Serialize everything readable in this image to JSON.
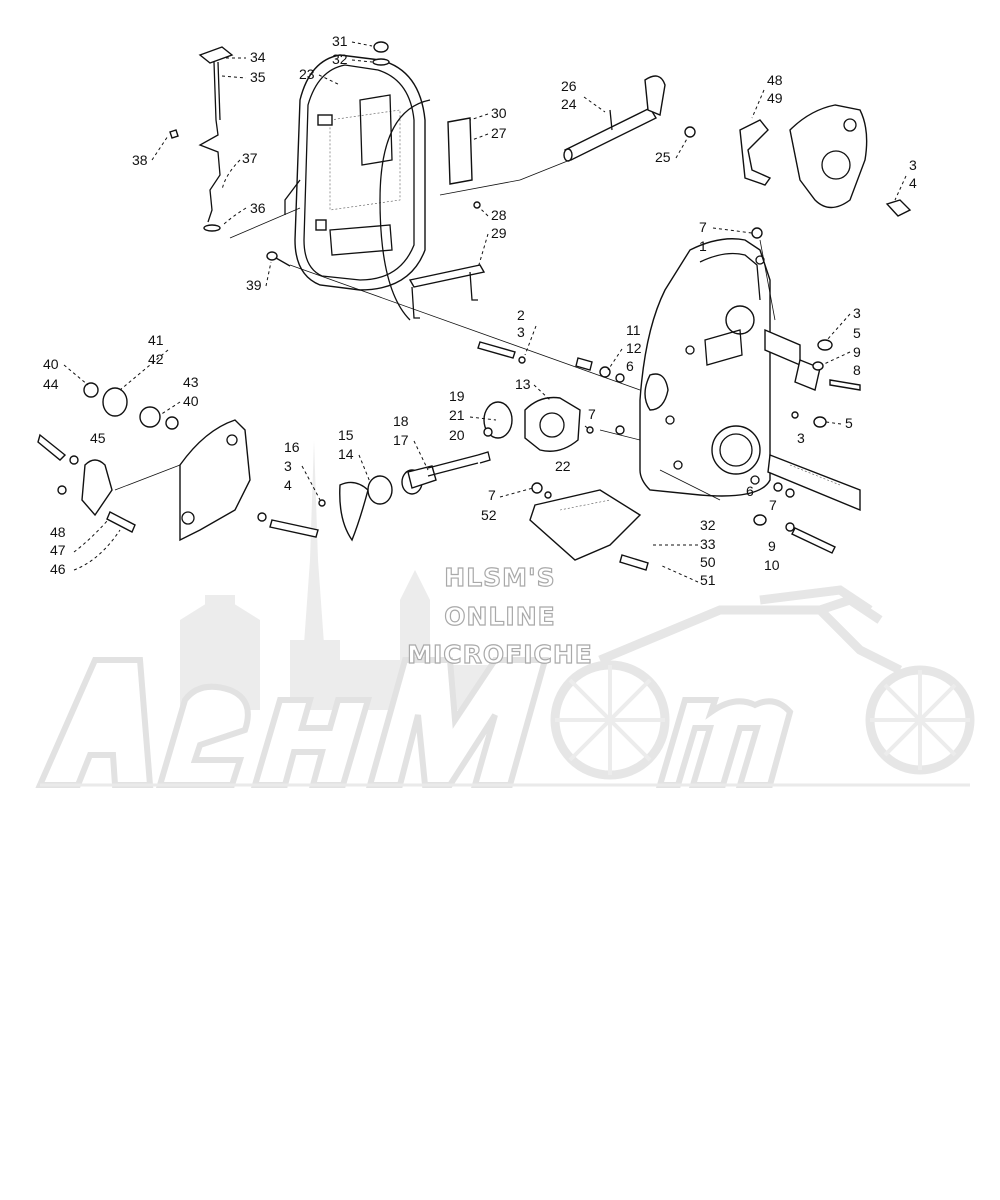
{
  "watermark": {
    "line1": "HLSM'S",
    "line2": "ONLINE",
    "line3": "MICROFICHE"
  },
  "callouts": [
    {
      "id": "c1",
      "text": "34"
    },
    {
      "id": "c2",
      "text": "35"
    },
    {
      "id": "c3",
      "text": "38"
    },
    {
      "id": "c4",
      "text": "37"
    },
    {
      "id": "c5",
      "text": "36"
    },
    {
      "id": "c6",
      "text": "31"
    },
    {
      "id": "c7",
      "text": "32"
    },
    {
      "id": "c8",
      "text": "23"
    },
    {
      "id": "c9",
      "text": "30"
    },
    {
      "id": "c10",
      "text": "27"
    },
    {
      "id": "c11",
      "text": "28"
    },
    {
      "id": "c12",
      "text": "29"
    },
    {
      "id": "c13",
      "text": "39"
    },
    {
      "id": "c14",
      "text": "26"
    },
    {
      "id": "c15",
      "text": "24"
    },
    {
      "id": "c16",
      "text": "25"
    },
    {
      "id": "c17",
      "text": "48"
    },
    {
      "id": "c18",
      "text": "49"
    },
    {
      "id": "c19",
      "text": "3"
    },
    {
      "id": "c20",
      "text": "4"
    },
    {
      "id": "c21",
      "text": "7"
    },
    {
      "id": "c22",
      "text": "1"
    },
    {
      "id": "c23",
      "text": "3"
    },
    {
      "id": "c24",
      "text": "5"
    },
    {
      "id": "c25",
      "text": "9"
    },
    {
      "id": "c26",
      "text": "8"
    },
    {
      "id": "c27",
      "text": "5"
    },
    {
      "id": "c28",
      "text": "2"
    },
    {
      "id": "c29",
      "text": "3"
    },
    {
      "id": "c30",
      "text": "11"
    },
    {
      "id": "c31",
      "text": "12"
    },
    {
      "id": "c32",
      "text": "6"
    },
    {
      "id": "c33",
      "text": "13"
    },
    {
      "id": "c34",
      "text": "41"
    },
    {
      "id": "c35",
      "text": "42"
    },
    {
      "id": "c36",
      "text": "40"
    },
    {
      "id": "c37",
      "text": "44"
    },
    {
      "id": "c38",
      "text": "43"
    },
    {
      "id": "c39",
      "text": "40"
    },
    {
      "id": "c40",
      "text": "45"
    },
    {
      "id": "c41",
      "text": "19"
    },
    {
      "id": "c42",
      "text": "21"
    },
    {
      "id": "c43",
      "text": "20"
    },
    {
      "id": "c44",
      "text": "18"
    },
    {
      "id": "c45",
      "text": "17"
    },
    {
      "id": "c46",
      "text": "15"
    },
    {
      "id": "c47",
      "text": "14"
    },
    {
      "id": "c48",
      "text": "16"
    },
    {
      "id": "c49",
      "text": "3"
    },
    {
      "id": "c50",
      "text": "4"
    },
    {
      "id": "c51",
      "text": "7"
    },
    {
      "id": "c52",
      "text": "22"
    },
    {
      "id": "c53",
      "text": "3"
    },
    {
      "id": "c54",
      "text": "6"
    },
    {
      "id": "c55",
      "text": "7"
    },
    {
      "id": "c56",
      "text": "7"
    },
    {
      "id": "c57",
      "text": "52"
    },
    {
      "id": "c58",
      "text": "48"
    },
    {
      "id": "c59",
      "text": "47"
    },
    {
      "id": "c60",
      "text": "46"
    },
    {
      "id": "c61",
      "text": "32"
    },
    {
      "id": "c62",
      "text": "33"
    },
    {
      "id": "c63",
      "text": "9"
    },
    {
      "id": "c64",
      "text": "10"
    },
    {
      "id": "c65",
      "text": "50"
    },
    {
      "id": "c66",
      "text": "51"
    }
  ]
}
